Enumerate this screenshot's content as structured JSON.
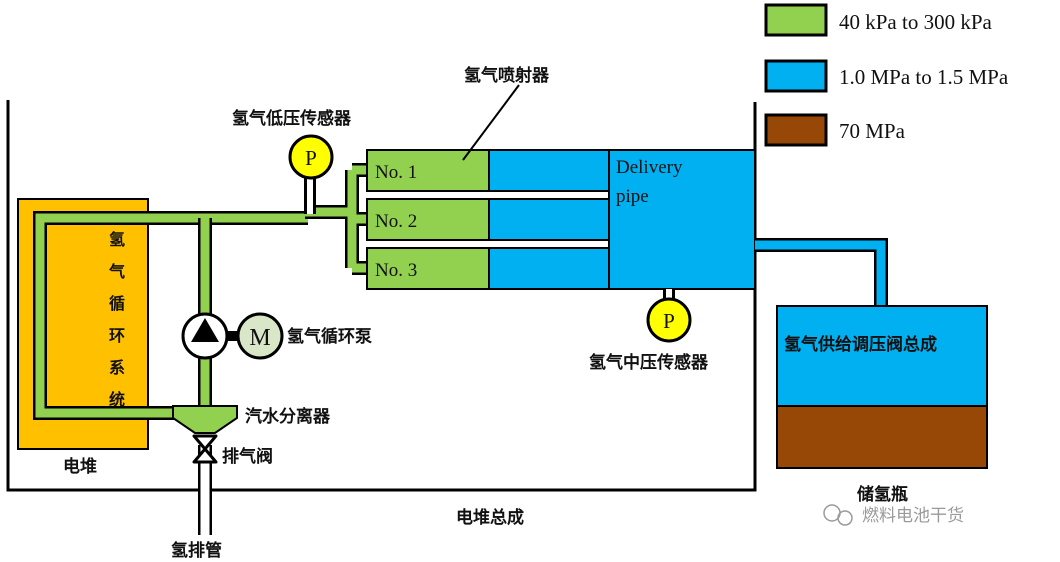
{
  "legend": [
    {
      "text": "40 kPa to 300 kPa",
      "color": "#92d050"
    },
    {
      "text": "1.0 MPa to 1.5 MPa",
      "color": "#00b0f0"
    },
    {
      "text": "70 MPa",
      "color": "#974806"
    }
  ],
  "labels": {
    "injector": "氢气喷射器",
    "low_sensor": "氢气低压传感器",
    "mid_sensor": "氢气中压传感器",
    "pump": "氢气循环泵",
    "separator": "汽水分离器",
    "vent_valve": "排气阀",
    "exhaust_pipe": "氢排管",
    "stack": "电堆",
    "stack_assembly": "电堆总成",
    "regulator": "氢气供给调压阀总成",
    "tank": "储氢瓶",
    "recirc_system": [
      "氢",
      "气",
      "循",
      "环",
      "系",
      "统"
    ],
    "injectors": [
      "No. 1",
      "No. 2",
      "No. 3"
    ],
    "delivery_pipe": [
      "Delivery",
      "pipe"
    ],
    "sensor_symbol": "P",
    "motor_symbol": "M"
  },
  "watermark": "燃料电池干货",
  "colors": {
    "low": "#92d050",
    "mid": "#00b0f0",
    "high": "#974806",
    "stack": "#ffc000",
    "sensor": "#ffff00",
    "motor": "#d9e6c8"
  }
}
